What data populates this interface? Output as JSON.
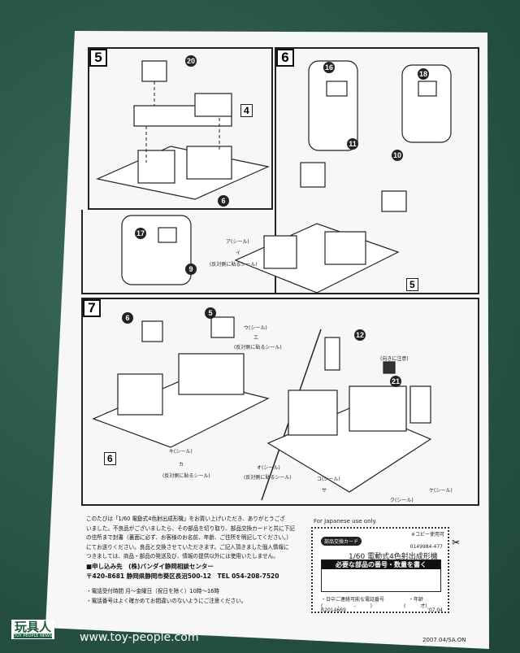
{
  "steps": {
    "s5": "5",
    "s6": "6",
    "s7": "7"
  },
  "parts": {
    "p20": "20",
    "p16": "16",
    "p11": "11",
    "p18": "18",
    "p10": "10",
    "p17": "17",
    "p9": "9",
    "p12": "12",
    "p21": "21"
  },
  "refs": {
    "r4": "4",
    "r6a": "6",
    "r5": "5",
    "r6b": "6",
    "r6c": "6",
    "r5b": "5"
  },
  "stickers": {
    "a": "ア(シール)",
    "i": "イ",
    "back1": "(反対側に貼るシール)",
    "u": "ウ(シール)",
    "e": "エ",
    "back2": "(反対側に貼るシール)",
    "ki": "キ(シール)",
    "ka": "カ",
    "back3": "(反対側に貼るシール)",
    "o": "オ(シール)",
    "back4": "(反対側に貼るシール)",
    "ko": "コ(シール)",
    "sa": "サ",
    "ke": "ケ(シール)",
    "ku": "ク(シール)",
    "caution": "(向きに注意)"
  },
  "notice": {
    "lines": [
      "このたびは「1/60 電動式4色射出成形機」をお買い上げいただき、ありがとうござ",
      "いました。不良品がございましたら、その部品を切り取り、部品交換カードと共に下記",
      "の住所まで封書（裏面に必ず、お客様のお名前、年齢、ご住所を明記してください。）",
      "にてお送りください。良品と交換させていただきます。ご記入頂きました個人情報に",
      "つきましては、商品・部品の発送及び、情報の提供以外には使用いたしません。"
    ],
    "apply": "■申し込み先　(株)バンダイ静岡相談センター",
    "address": "〒420-8681 静岡県静岡市葵区長沼500-12　TEL 054-208-7520",
    "hours": "・電話受付時間 月～金曜日（祝日を除く）10時～16時",
    "caution": "・電話番号はよく確かめてお間違いのないようにご注意ください。"
  },
  "card": {
    "japan_only": "For Japanese use only.",
    "copy_ok": "※コピー使用可",
    "title": "部品交換カード",
    "code": "0149984-477",
    "product": "1/60 電動式4色射出成形機",
    "instruction": "必要な部品の番号・数量を書く",
    "phone_label": "・日中ご連絡可能な電話番号",
    "age_label": "・年齢",
    "phone_field": "(　　　-　　　-　　　)",
    "age_field": "(　　　才)",
    "serial": "R2014669",
    "date": "'07.04"
  },
  "footer": "2007.04/SA.ON",
  "watermark": {
    "logo": "玩具人",
    "sub": "TOY PEOPLE NEWS",
    "url": "www.toy-people.com"
  }
}
